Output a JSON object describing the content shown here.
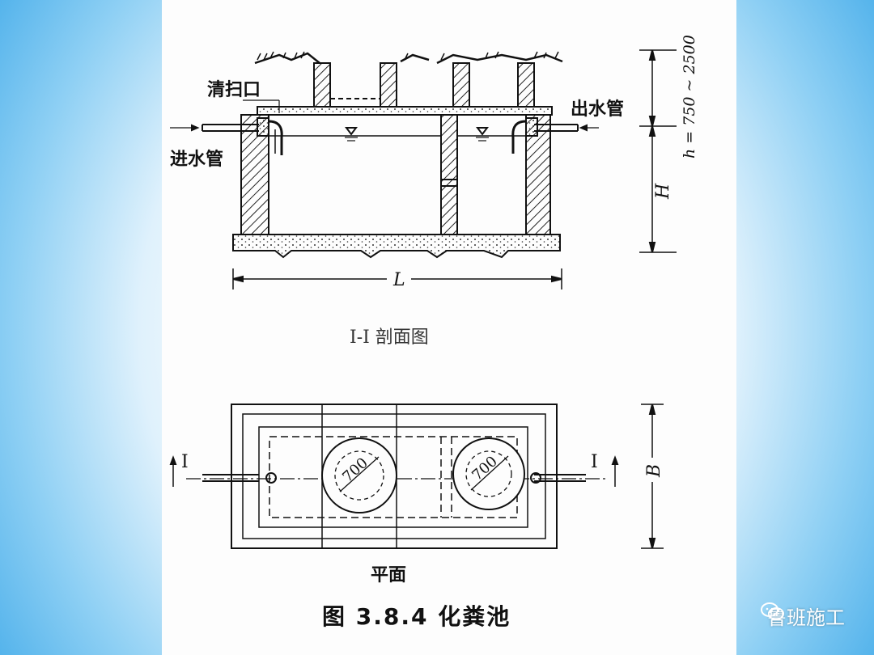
{
  "section_view": {
    "cleanout_label": "清扫口",
    "inlet_label": "进水管",
    "outlet_label": "出水管",
    "depth_label": "h = 750 ~ 2500",
    "height_label": "H",
    "length_label": "L",
    "caption": "I-I 剖面图"
  },
  "plan_view": {
    "section_mark_left": "I",
    "section_mark_right": "I",
    "manhole_left_dim": "700",
    "manhole_right_dim": "700",
    "width_label": "B",
    "caption": "平面"
  },
  "figure_caption": "图 3.8.4 化粪池",
  "watermark": "鲁班施工"
}
